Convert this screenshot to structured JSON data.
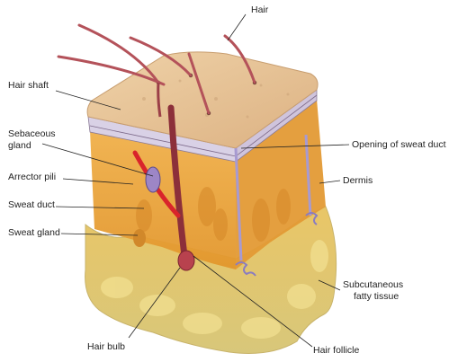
{
  "labels": {
    "hair": "Hair",
    "hair_shaft": "Hair shaft",
    "sebaceous_gland_1": "Sebaceous",
    "sebaceous_gland_2": "gland",
    "arrector_pili": "Arrector pili",
    "sweat_duct": "Sweat duct",
    "sweat_gland": "Sweat gland",
    "opening_of_sweat_duct": "Opening of sweat duct",
    "dermis": "Dermis",
    "subcutaneous_1": "Subcutaneous",
    "subcutaneous_2": "fatty tissue",
    "hair_bulb": "Hair bulb",
    "hair_follicle": "Hair follicle"
  },
  "colors": {
    "epidermis": "#e8c79a",
    "dermis": "#e9a03c",
    "subcutaneous": "#e6d66f",
    "hair": "#b4525a",
    "leader_line": "#222222"
  }
}
